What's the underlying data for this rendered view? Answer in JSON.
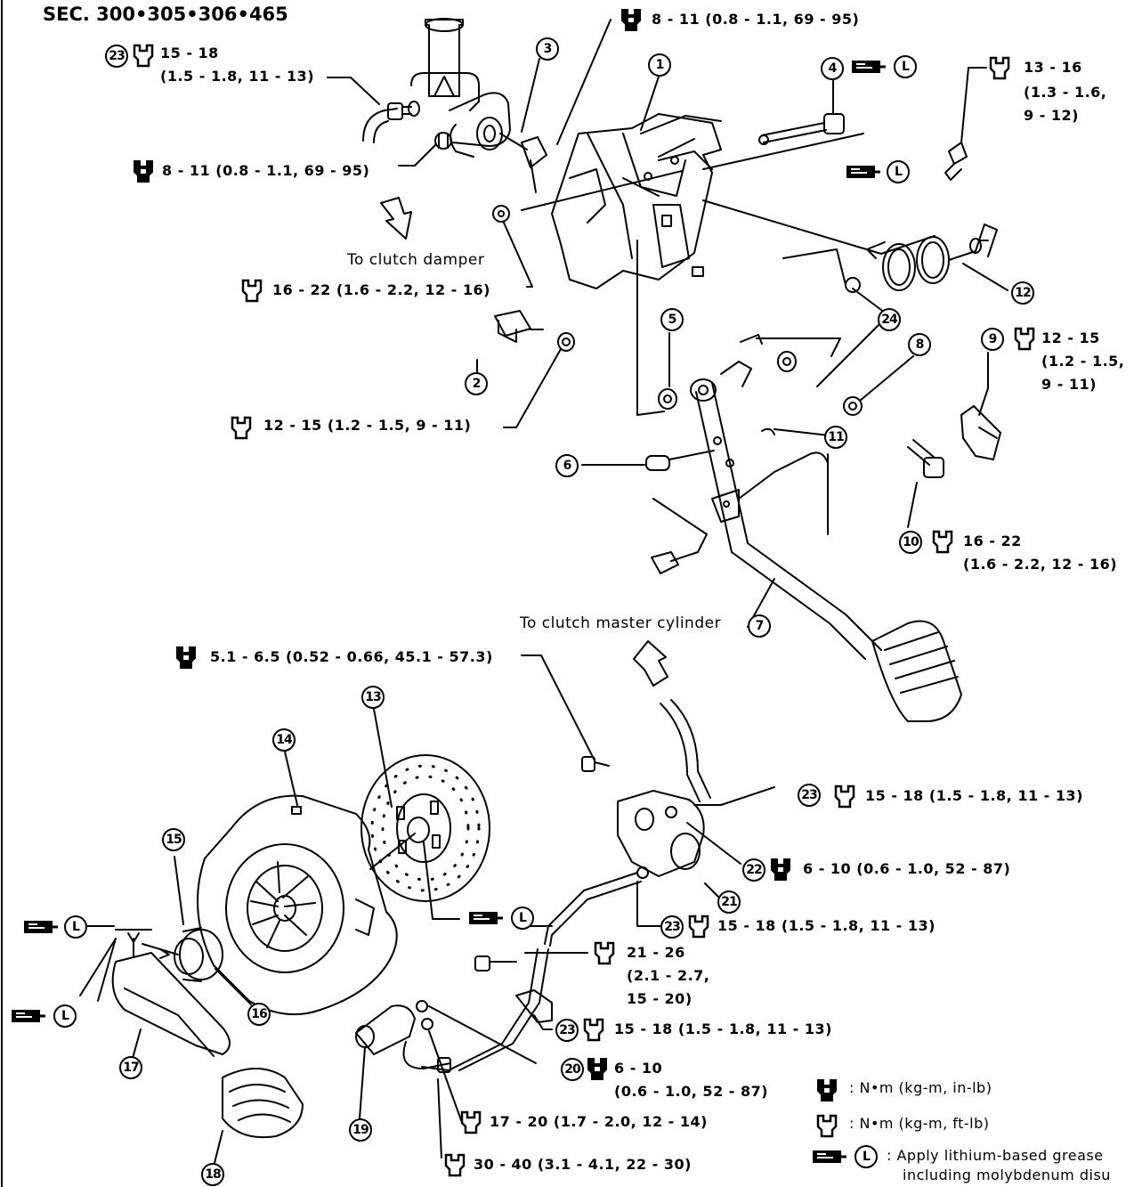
{
  "title": "SEC. 300•305•306•465",
  "callouts": [
    "1",
    "2",
    "3",
    "4",
    "5",
    "6",
    "7",
    "8",
    "9",
    "10",
    "11",
    "12",
    "13",
    "14",
    "15",
    "16",
    "17",
    "18",
    "19",
    "20",
    "21",
    "22",
    "23",
    "24"
  ],
  "labels": {
    "t_23_top_a": "15 - 18",
    "t_23_top_b": "(1.5 - 1.8, 11 - 13)",
    "t_3_torque": "8 - 11 (0.8 - 1.1, 69 - 95)",
    "t_left_8_11": "8 - 11 (0.8 - 1.1, 69 - 95)",
    "to_clutch_damper": "To clutch damper",
    "t_16_22_left": "16 - 22 (1.6 - 2.2, 12 - 16)",
    "t_12_15_left": "12 - 15 (1.2 - 1.5, 9 - 11)",
    "t_13_16_a": "13 - 16",
    "t_13_16_b": "(1.3 - 1.6,",
    "t_13_16_c": "9 - 12)",
    "t_9_a": "12 - 15",
    "t_9_b": "(1.2 - 1.5,",
    "t_9_c": "9 - 11)",
    "t_10_a": "16 - 22",
    "t_10_b": "(1.6 - 2.2, 12 - 16)",
    "to_master_cyl": "To clutch master cylinder",
    "t_bleeder": "5.1 - 6.5 (0.52 - 0.66, 45.1 - 57.3)",
    "t_23_right": "15 - 18 (1.5 - 1.8, 11 - 13)",
    "t_22_right": "6 - 10 (0.6 - 1.0, 52 - 87)",
    "t_23_mid": "15 - 18 (1.5 - 1.8, 11 - 13)",
    "t_21_26_a": "21 - 26",
    "t_21_26_b": "(2.1 - 2.7,",
    "t_21_26_c": "15 - 20)",
    "t_23_low": "15 - 18 (1.5 - 1.8, 11 - 13)",
    "t_20_a": "6 - 10",
    "t_20_b": "(0.6 - 1.0, 52 - 87)",
    "t_17_20": "17 - 20 (1.7 - 2.0, 12 - 14)",
    "t_30_40": "30 - 40 (3.1 - 4.1, 22 - 30)"
  },
  "legend": {
    "inlb": ": N•m (kg-m, in-lb)",
    "ftlb": ": N•m (kg-m, ft-lb)",
    "grease_1": ": Apply lithium-based grease",
    "grease_2": "including molybdenum disu"
  },
  "grease_letter": "L",
  "icons": [
    "torque-in-lb-icon",
    "torque-ft-lb-icon",
    "grease-gun-icon"
  ]
}
